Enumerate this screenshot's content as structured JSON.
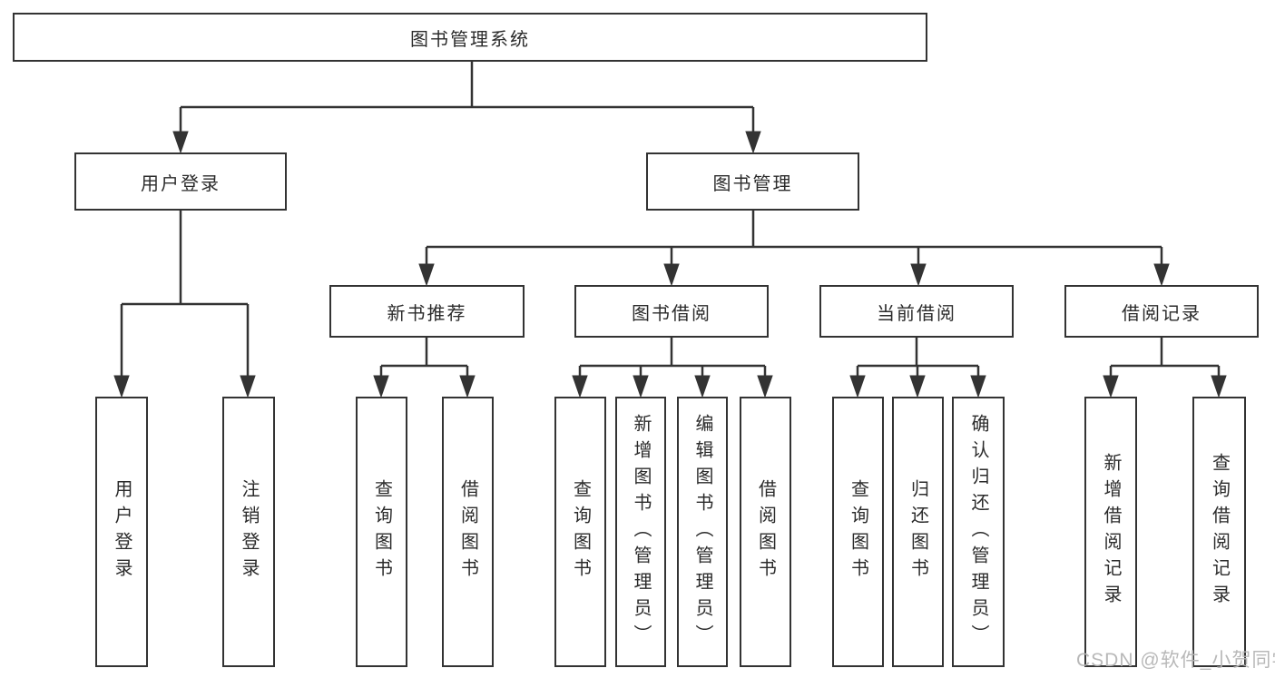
{
  "colors": {
    "line": "#333333",
    "box-border": "#333333",
    "text": "#2b2b2b",
    "watermark": "#b5b5b5",
    "background": "#ffffff"
  },
  "tree": {
    "root": {
      "label": "图书管理系统"
    },
    "branches": [
      {
        "label": "用户登录",
        "children": [
          {
            "label": "用户登录"
          },
          {
            "label": "注销登录"
          }
        ]
      },
      {
        "label": "图书管理",
        "children": [
          {
            "label": "新书推荐",
            "children": [
              {
                "label": "查询图书"
              },
              {
                "label": "借阅图书"
              }
            ]
          },
          {
            "label": "图书借阅",
            "children": [
              {
                "label": "查询图书"
              },
              {
                "label": "新增图书（管理员）"
              },
              {
                "label": "编辑图书（管理员）"
              },
              {
                "label": "借阅图书"
              }
            ]
          },
          {
            "label": "当前借阅",
            "children": [
              {
                "label": "查询图书"
              },
              {
                "label": "归还图书"
              },
              {
                "label": "确认归还（管理员）"
              }
            ]
          },
          {
            "label": "借阅记录",
            "children": [
              {
                "label": "新增借阅记录"
              },
              {
                "label": "查询借阅记录"
              }
            ]
          }
        ]
      }
    ]
  },
  "watermark": {
    "text": "CSDN @软件_小贺同学"
  }
}
